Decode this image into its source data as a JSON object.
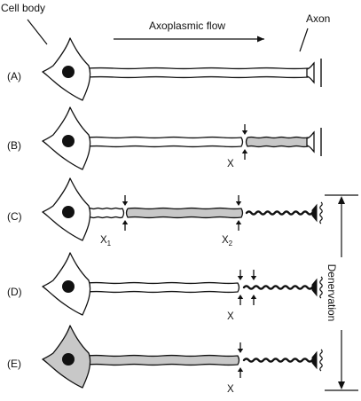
{
  "labels": {
    "cell_body": "Cell body",
    "axon": "Axon",
    "flow": "Axoplasmic flow",
    "denervation": "Denervation"
  },
  "rows": [
    {
      "label": "(A)",
      "cut_marks": [],
      "end": "intact",
      "shaded": "none"
    },
    {
      "label": "(B)",
      "cut_marks": [
        "X"
      ],
      "end": "intact",
      "shaded": "distal segment"
    },
    {
      "label": "(C)",
      "cut_marks": [
        "X1",
        "X2"
      ],
      "end": "degenerated",
      "shaded": "between cuts"
    },
    {
      "label": "(D)",
      "cut_marks": [
        "X"
      ],
      "end": "degenerated",
      "shaded": "none"
    },
    {
      "label": "(E)",
      "cut_marks": [
        "X"
      ],
      "end": "degenerated",
      "shaded": "cell body and axon"
    }
  ],
  "cut_labels": {
    "b": "X",
    "c1": "X",
    "c1_sub": "1",
    "c2": "X",
    "c2_sub": "2",
    "d": "X",
    "e": "X"
  },
  "colors": {
    "outline": "#111111",
    "shaded": "#c8c8c8",
    "nucleus": "#111111",
    "background": "#ffffff"
  }
}
